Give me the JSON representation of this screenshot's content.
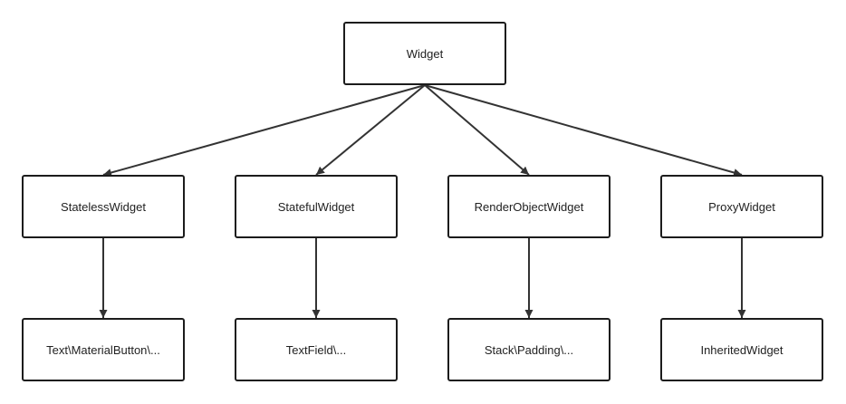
{
  "diagram": {
    "nodes": {
      "root": "Widget",
      "stateless": "StatelessWidget",
      "stateful": "StatefulWidget",
      "render_object": "RenderObjectWidget",
      "proxy": "ProxyWidget",
      "stateless_child": "Text\\MaterialButton\\...",
      "stateful_child": "TextField\\...",
      "render_object_child": "Stack\\Padding\\...",
      "proxy_child": "InheritedWidget"
    },
    "edges": [
      [
        "root",
        "stateless"
      ],
      [
        "root",
        "stateful"
      ],
      [
        "root",
        "render_object"
      ],
      [
        "root",
        "proxy"
      ],
      [
        "stateless",
        "stateless_child"
      ],
      [
        "stateful",
        "stateful_child"
      ],
      [
        "render_object",
        "render_object_child"
      ],
      [
        "proxy",
        "proxy_child"
      ]
    ],
    "colors": {
      "border": "#1c1c1c",
      "edge": "#333333",
      "text": "#222222"
    }
  }
}
